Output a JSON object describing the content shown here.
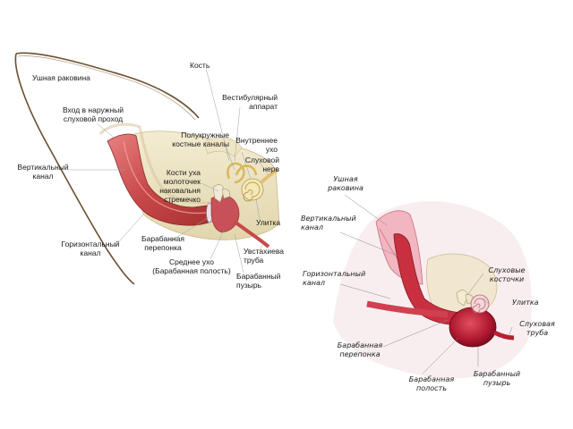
{
  "left_diagram": {
    "labels": {
      "auricle": "Ушная раковина",
      "bone": "Кость",
      "vestibular": "Вестибулярный\nаппарат",
      "ear_canal_entrance": "Вход в наружный\nслуховой проход",
      "semicircular": "Полукружные\nкостные каналы",
      "inner_ear": "Внутреннее\nухо",
      "auditory_nerve": "Слуховой\nнерв",
      "vertical_canal": "Вертикальный\nканал",
      "ossicles": "Кости уха\nмолоточек\nнаковальня\nстремечко",
      "cochlea": "Улитка",
      "eardrum": "Барабанная\nперепонка",
      "horizontal_canal": "Горизонтальный\nканал",
      "eustachian": "Увстахиева\nтруба",
      "middle_ear": "Среднее ухо\n(Барабанная полость)",
      "bulla": "Барабанный\nпузырь"
    }
  },
  "right_diagram": {
    "labels": {
      "auricle": "Ушная\nраковина",
      "vertical_canal": "Вертикальный\nканал",
      "horizontal_canal": "Горизонтальный\nканал",
      "ossicles": "Слуховые\nкосточки",
      "cochlea": "Улитка",
      "auditory_tube": "Слуховая\nтруба",
      "eardrum": "Барабанная\nперепонка",
      "tympanic_cavity": "Барабанная\nполость",
      "bulla": "Барабанный\nпузырь"
    }
  }
}
